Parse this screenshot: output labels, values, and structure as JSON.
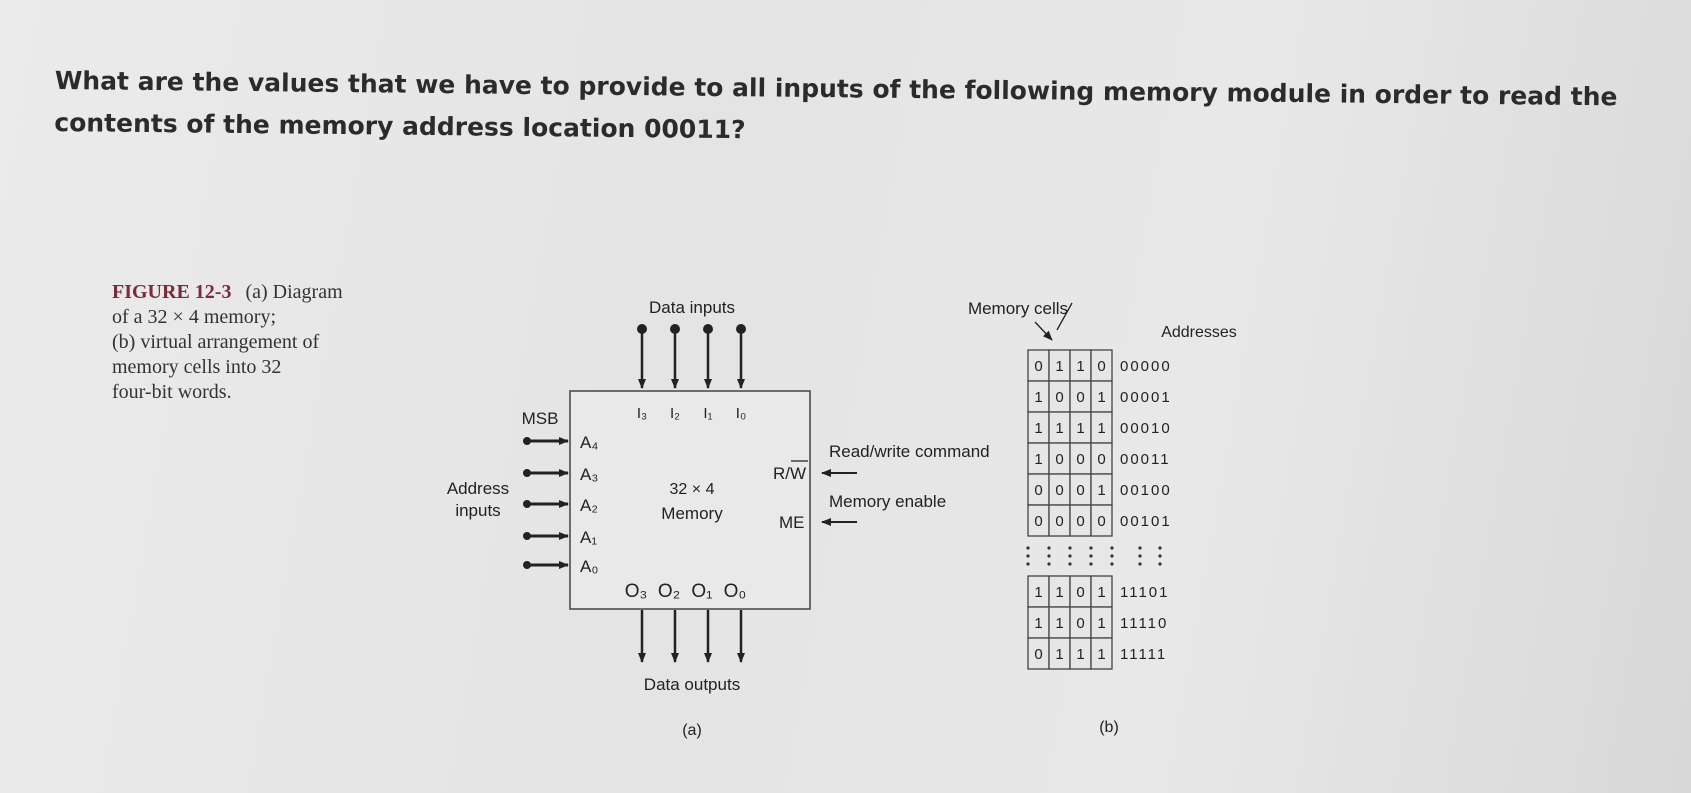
{
  "question": "What are the values that we have to provide to all inputs of the following memory module in order to read the contents of the memory address location 00011?",
  "figure": {
    "label": "FIGURE 12-3",
    "caption_lines": [
      "(a) Diagram",
      "of a 32 × 4 memory;",
      "(b) virtual arrangement of",
      "memory cells into 32",
      "four-bit words."
    ]
  },
  "diagram_a": {
    "data_inputs_label": "Data inputs",
    "input_pins": [
      "I₃",
      "I₂",
      "I₁",
      "I₀"
    ],
    "msb_label": "MSB",
    "address_label_1": "Address",
    "address_label_2": "inputs",
    "address_pins": [
      "A₄",
      "A₃",
      "A₂",
      "A₁",
      "A₀"
    ],
    "chip_line_1": "32 × 4",
    "chip_line_2": "Memory",
    "rw_pin": "R/W",
    "me_pin": "ME",
    "rw_command": "Read/write command",
    "memory_enable": "Memory enable",
    "output_pins": [
      "O₃",
      "O₂",
      "O₁",
      "O₀"
    ],
    "data_outputs_label": "Data outputs",
    "panel_label": "(a)"
  },
  "diagram_b": {
    "memory_cells_label": "Memory cells",
    "addresses_label": "Addresses",
    "rows_top": [
      {
        "bits": [
          "0",
          "1",
          "1",
          "0"
        ],
        "address": "00000"
      },
      {
        "bits": [
          "1",
          "0",
          "0",
          "1"
        ],
        "address": "00001"
      },
      {
        "bits": [
          "1",
          "1",
          "1",
          "1"
        ],
        "address": "00010"
      },
      {
        "bits": [
          "1",
          "0",
          "0",
          "0"
        ],
        "address": "00011"
      },
      {
        "bits": [
          "0",
          "0",
          "0",
          "1"
        ],
        "address": "00100"
      },
      {
        "bits": [
          "0",
          "0",
          "0",
          "0"
        ],
        "address": "00101"
      }
    ],
    "rows_bottom": [
      {
        "bits": [
          "1",
          "1",
          "0",
          "1"
        ],
        "address": "11101"
      },
      {
        "bits": [
          "1",
          "1",
          "0",
          "1"
        ],
        "address": "11110"
      },
      {
        "bits": [
          "0",
          "1",
          "1",
          "1"
        ],
        "address": "11111"
      }
    ],
    "panel_label": "(b)"
  }
}
